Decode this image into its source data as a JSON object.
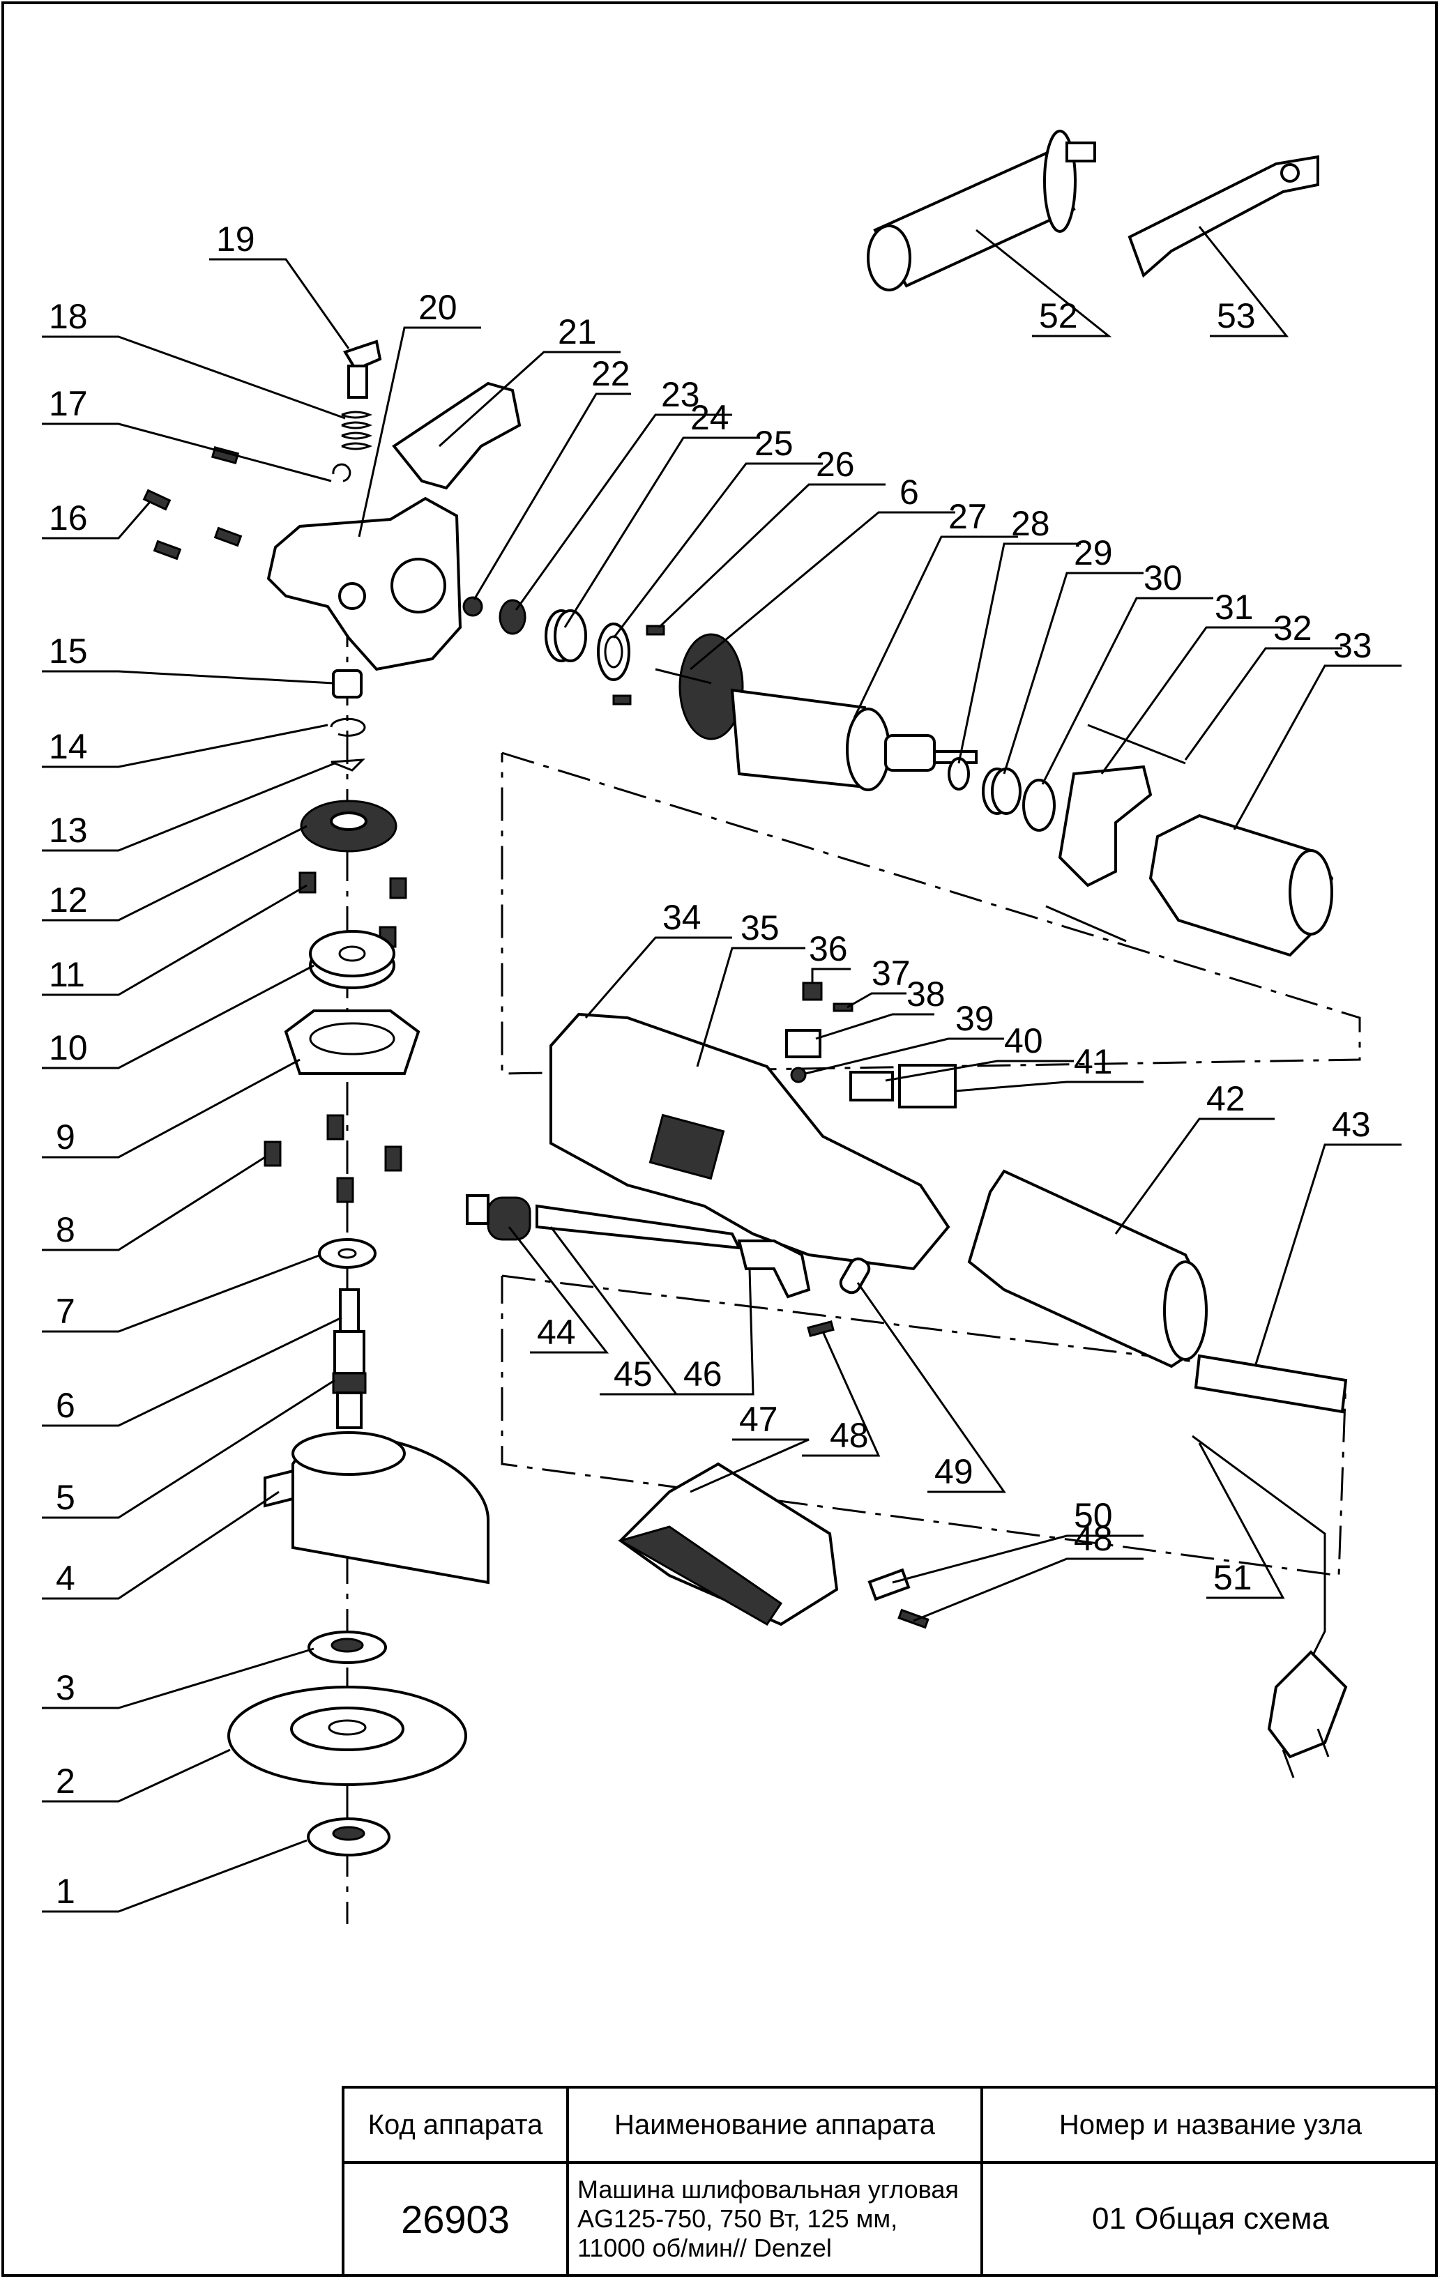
{
  "title_block": {
    "headers": {
      "code": "Код аппарата",
      "name": "Наименование аппарата",
      "node": "Номер и название узла"
    },
    "code": "26903",
    "name_lines": [
      "Машина шлифовальная угловая",
      "AG125-750, 750 Вт, 125 мм,",
      "11000 об/мин// Denzel"
    ],
    "node": "01 Общая схема"
  },
  "callouts": [
    "1",
    "2",
    "3",
    "4",
    "5",
    "6",
    "7",
    "8",
    "9",
    "10",
    "11",
    "12",
    "13",
    "14",
    "15",
    "16",
    "17",
    "18",
    "19",
    "20",
    "21",
    "22",
    "23",
    "24",
    "25",
    "26",
    "6",
    "27",
    "28",
    "29",
    "30",
    "31",
    "32",
    "33",
    "34",
    "35",
    "36",
    "37",
    "38",
    "39",
    "40",
    "41",
    "42",
    "43",
    "44",
    "45",
    "46",
    "47",
    "48",
    "49",
    "50",
    "48",
    "51",
    "52",
    "53"
  ]
}
